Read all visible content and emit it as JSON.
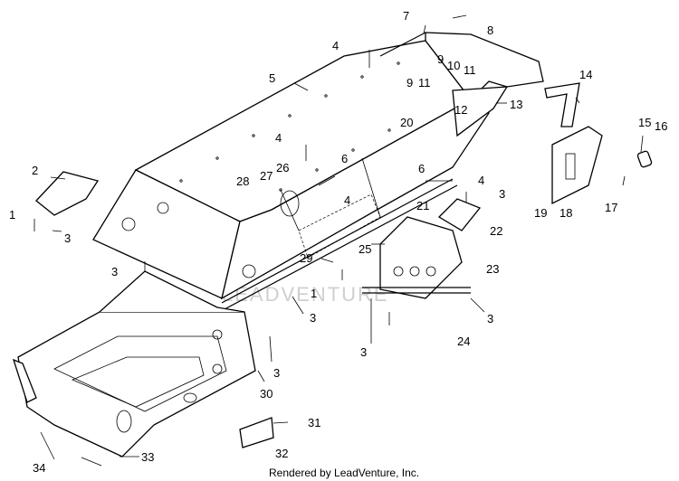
{
  "footer": "Rendered by LeadVenture, Inc.",
  "watermark": "LEADVENTURE",
  "callouts": {
    "c1a": "1",
    "c1b": "1",
    "c2": "2",
    "c3a": "3",
    "c3b": "3",
    "c3c": "3",
    "c3d": "3",
    "c3e": "3",
    "c3f": "3",
    "c3g": "3",
    "c4a": "4",
    "c4b": "4",
    "c4c": "4",
    "c4d": "4",
    "c5": "5",
    "c6a": "6",
    "c6b": "6",
    "c7": "7",
    "c8": "8",
    "c9a": "9",
    "c9b": "9",
    "c10": "10",
    "c11a": "11",
    "c11b": "11",
    "c12": "12",
    "c13": "13",
    "c14": "14",
    "c15": "15",
    "c16": "16",
    "c17": "17",
    "c18": "18",
    "c19": "19",
    "c20": "20",
    "c21": "21",
    "c22": "22",
    "c23": "23",
    "c24": "24",
    "c25": "25",
    "c26": "26",
    "c27": "27",
    "c28": "28",
    "c29": "29",
    "c30": "30",
    "c31": "31",
    "c32": "32",
    "c33": "33",
    "c34": "34"
  }
}
